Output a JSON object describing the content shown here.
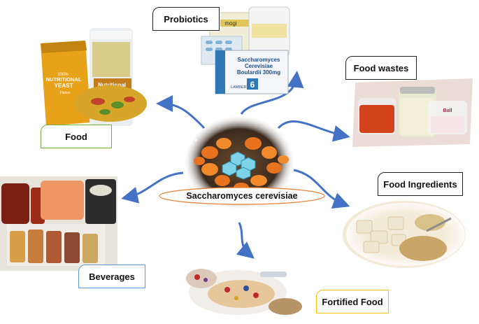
{
  "center": {
    "title": "Saccharomyces cerevisiae"
  },
  "nodes": {
    "probiotics": "Probiotics",
    "food_wastes": "Food wastes",
    "food": "Food",
    "food_ingredients": "Food Ingredients",
    "beverages": "Beverages",
    "fortified_food": "Fortified Food"
  },
  "product_text": {
    "yeast_bag_line1": "100%",
    "yeast_bag_line2": "NUTRITIONAL",
    "yeast_bag_line3": "YEAST",
    "yeast_bag_brand": "Flakes",
    "jar_label": "Nutritional",
    "probiotic_box_line1": "Saccharomyces",
    "probiotic_box_line2": "Cerevisiae",
    "probiotic_box_line3": "Boulardii 300mg",
    "probiotic_box_brand": "LAMBERTS",
    "probiotic_box_count": "6",
    "back_box_fragment": "mogi",
    "jar_brand": "Ball"
  },
  "colors": {
    "arrow": "#4472c4",
    "food_border": "#70ad47",
    "center_ellipse": "#ed7d31",
    "beverages_border": "#5b9bd5",
    "fortified_border": "#ffc000"
  }
}
